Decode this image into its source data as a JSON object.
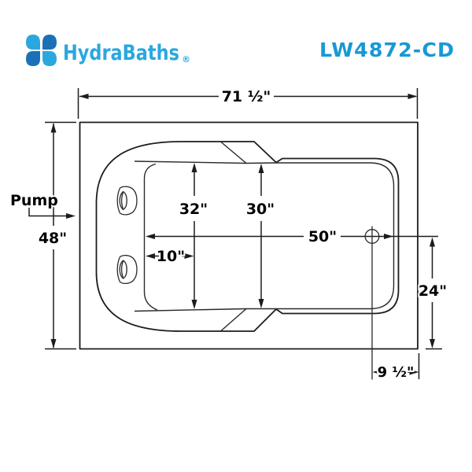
{
  "header": {
    "logo_text": "HydraBaths",
    "registered": "®",
    "model": "LW4872-CD"
  },
  "colors": {
    "logo_light_blue": "#2AA7DF",
    "logo_dark_blue": "#1C70B7",
    "model_blue": "#1899D4",
    "line_ink": "#1c1c1c"
  },
  "dimensions": {
    "overall_width": "71 ½\"",
    "overall_depth": "48\"",
    "pump": "Pump",
    "seat_area_depth": "32\"",
    "basin_depth": "30\"",
    "basin_length": "50\"",
    "seat_length": "10\"",
    "drain_from_front": "24\"",
    "drain_from_end": "9 ½\""
  }
}
